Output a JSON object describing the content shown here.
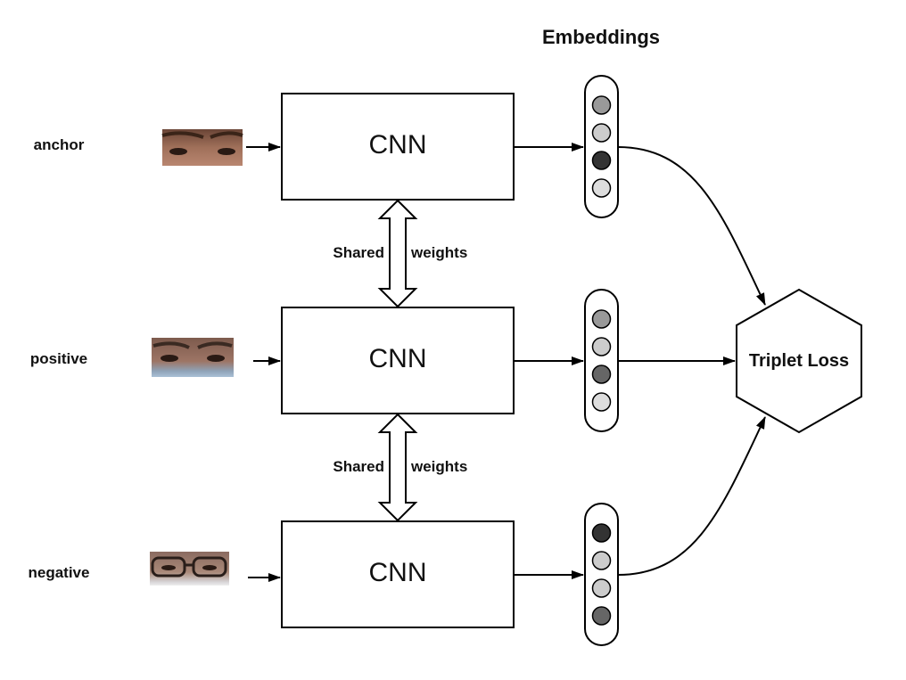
{
  "title": "Embeddings",
  "inputs": [
    {
      "label": "anchor",
      "image": "anchor-eyes-photo"
    },
    {
      "label": "positive",
      "image": "positive-eyes-photo"
    },
    {
      "label": "negative",
      "image": "negative-eyes-with-glasses-photo"
    }
  ],
  "cnn_label": "CNN",
  "shared_weights": {
    "left": "Shared",
    "right": "weights"
  },
  "loss_label": "Triplet Loss",
  "embeddings": [
    {
      "dots": [
        "#999999",
        "#cccccc",
        "#333333",
        "#dddddd"
      ]
    },
    {
      "dots": [
        "#999999",
        "#cccccc",
        "#666666",
        "#dddddd"
      ]
    },
    {
      "dots": [
        "#333333",
        "#cccccc",
        "#cccccc",
        "#666666"
      ]
    }
  ],
  "colors": {
    "stroke": "#000000",
    "background": "#ffffff"
  }
}
